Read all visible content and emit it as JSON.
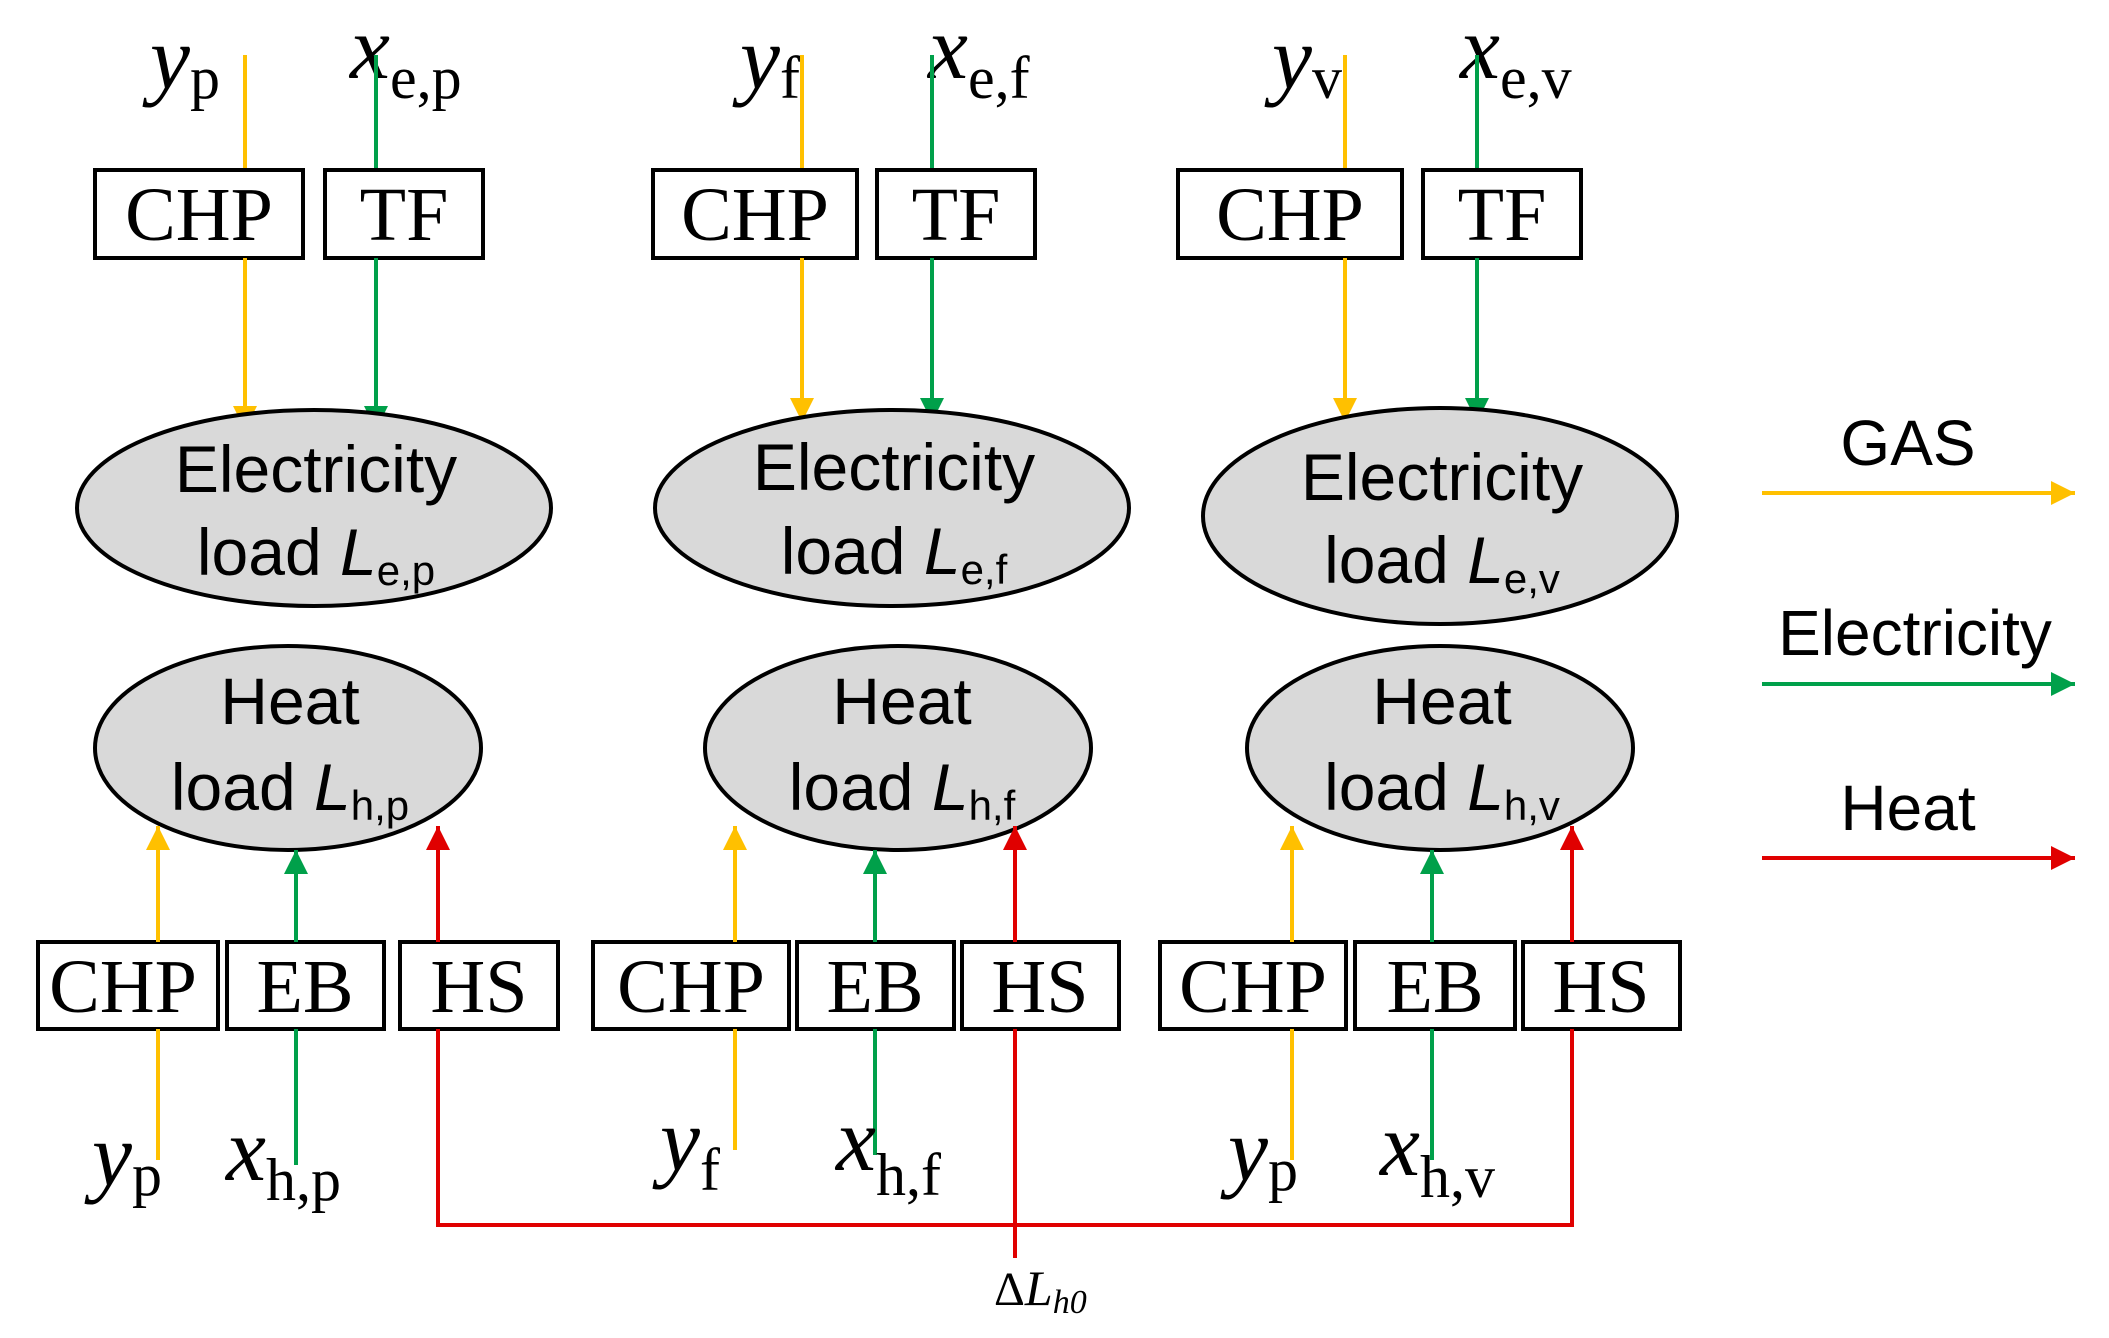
{
  "colors": {
    "gas": "#FFC000",
    "electricity": "#00A04A",
    "heat": "#E00000",
    "ellipse_fill": "#D9D9D9",
    "stroke": "#000000"
  },
  "columns": [
    {
      "top_gas_var": "y",
      "top_gas_sub": "p",
      "top_elec_var": "x",
      "top_elec_sub": "e,p",
      "chp_top": "CHP",
      "tf": "TF",
      "elec_load_line1": "Electricity",
      "elec_load_line2": "load ",
      "elec_load_sym": "L",
      "elec_load_sub": "e,p",
      "heat_load_line1": "Heat",
      "heat_load_line2": "load ",
      "heat_load_sym": "L",
      "heat_load_sub": "h,p",
      "chp_bottom": "CHP",
      "eb": "EB",
      "hs": "HS",
      "bottom_gas_var": "y",
      "bottom_gas_sub": "p",
      "bottom_elec_var": "x",
      "bottom_elec_sub": "h,p"
    },
    {
      "top_gas_var": "y",
      "top_gas_sub": "f",
      "top_elec_var": "x",
      "top_elec_sub": "e,f",
      "chp_top": "CHP",
      "tf": "TF",
      "elec_load_line1": "Electricity",
      "elec_load_line2": "load ",
      "elec_load_sym": "L",
      "elec_load_sub": "e,f",
      "heat_load_line1": "Heat",
      "heat_load_line2": "load ",
      "heat_load_sym": "L",
      "heat_load_sub": "h,f",
      "chp_bottom": "CHP",
      "eb": "EB",
      "hs": "HS",
      "bottom_gas_var": "y",
      "bottom_gas_sub": "f",
      "bottom_elec_var": "x",
      "bottom_elec_sub": "h,f"
    },
    {
      "top_gas_var": "y",
      "top_gas_sub": "v",
      "top_elec_var": "x",
      "top_elec_sub": "e,v",
      "chp_top": "CHP",
      "tf": "TF",
      "elec_load_line1": "Electricity",
      "elec_load_line2": "load ",
      "elec_load_sym": "L",
      "elec_load_sub": "e,v",
      "heat_load_line1": "Heat",
      "heat_load_line2": "load ",
      "heat_load_sym": "L",
      "heat_load_sub": "h,v",
      "chp_bottom": "CHP",
      "eb": "EB",
      "hs": "HS",
      "bottom_gas_var": "y",
      "bottom_gas_sub": "p",
      "bottom_elec_var": "x",
      "bottom_elec_sub": "h,v"
    }
  ],
  "delta": {
    "prefix": "Δ",
    "sym": "L",
    "sub": "h0"
  },
  "legend": {
    "gas": "GAS",
    "electricity": "Electricity",
    "heat": "Heat"
  }
}
